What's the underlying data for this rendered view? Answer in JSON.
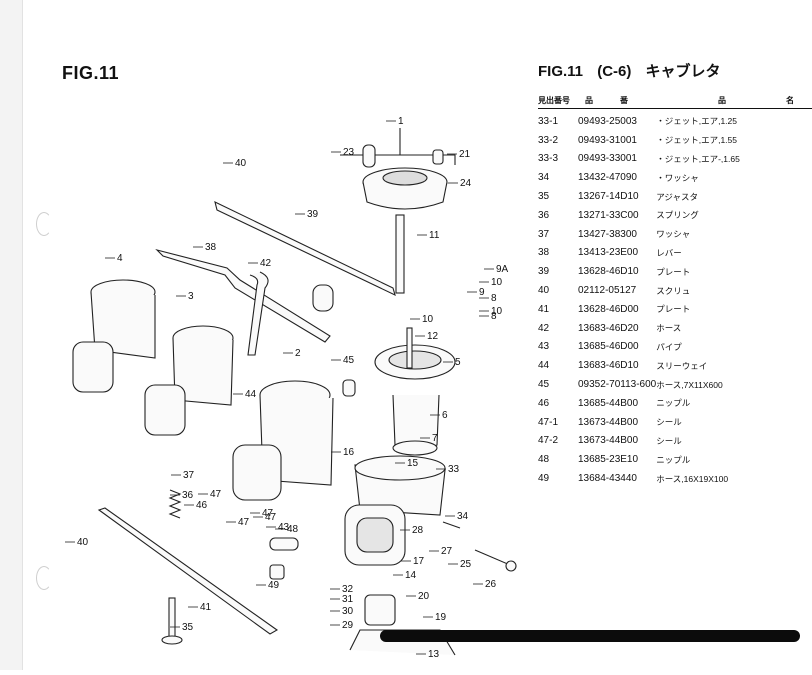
{
  "page": {
    "left_title": "FIG.11",
    "right_title_fig": "FIG.11",
    "right_title_code": "(C-6)",
    "right_title_name": "キャブレタ"
  },
  "table": {
    "headers": [
      "見出番号",
      "品",
      "番",
      "品",
      "名"
    ],
    "rows": [
      {
        "no": "33-1",
        "part": "09493-25003",
        "name": "・ジェット,エア,1.25"
      },
      {
        "no": "33-2",
        "part": "09493-31001",
        "name": "・ジェット,エア,1.55"
      },
      {
        "no": "33-3",
        "part": "09493-33001",
        "name": "・ジェット,エア-,1.65"
      },
      {
        "no": "34",
        "part": "13432-47090",
        "name": "・ワッシャ"
      },
      {
        "no": "35",
        "part": "13267-14D10",
        "name": "アジャスタ"
      },
      {
        "no": "36",
        "part": "13271-33C00",
        "name": "スプリング"
      },
      {
        "no": "37",
        "part": "13427-38300",
        "name": "ワッシャ"
      },
      {
        "no": "38",
        "part": "13413-23E00",
        "name": "レバー"
      },
      {
        "no": "39",
        "part": "13628-46D10",
        "name": "プレート"
      },
      {
        "no": "40",
        "part": "02112-05127",
        "name": "スクリュ"
      },
      {
        "no": "41",
        "part": "13628-46D00",
        "name": "プレート"
      },
      {
        "no": "42",
        "part": "13683-46D20",
        "name": "ホース"
      },
      {
        "no": "43",
        "part": "13685-46D00",
        "name": "パイプ"
      },
      {
        "no": "44",
        "part": "13683-46D10",
        "name": "スリーウェイ"
      },
      {
        "no": "45",
        "part": "09352-70113-600",
        "name": "ホース,7X11X600"
      },
      {
        "no": "46",
        "part": "13685-44B00",
        "name": "ニップル"
      },
      {
        "no": "47-1",
        "part": "13673-44B00",
        "name": "シール"
      },
      {
        "no": "47-2",
        "part": "13673-44B00",
        "name": "シール"
      },
      {
        "no": "48",
        "part": "13685-23E10",
        "name": "ニップル"
      },
      {
        "no": "49",
        "part": "13684-43440",
        "name": "ホース,16X19X100"
      }
    ]
  },
  "diagram": {
    "callouts": [
      "1",
      "2",
      "3",
      "4",
      "5",
      "6",
      "7",
      "8",
      "8",
      "9",
      "9A",
      "10",
      "10",
      "10",
      "11",
      "12",
      "13",
      "14",
      "15",
      "16",
      "17",
      "19",
      "20",
      "21",
      "23",
      "24",
      "25",
      "26",
      "27",
      "28",
      "29",
      "30",
      "31",
      "32",
      "33",
      "34",
      "35",
      "36",
      "37",
      "38",
      "39",
      "40",
      "40",
      "41",
      "42",
      "43",
      "44",
      "45",
      "46",
      "47",
      "47",
      "47",
      "47",
      "48",
      "49"
    ]
  }
}
